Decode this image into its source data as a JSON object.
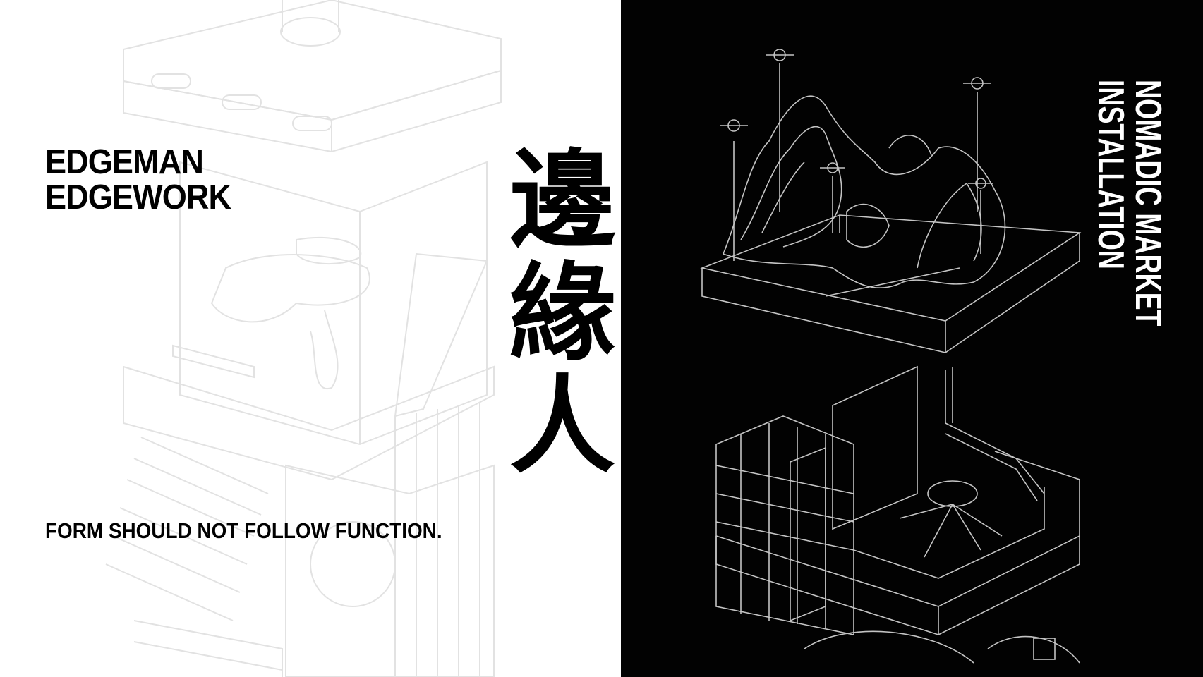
{
  "left": {
    "title_lines": [
      "EDGEMAN",
      "EDGEWORK"
    ],
    "tagline": "FORM SHOULD NOT FOLLOW FUNCTION.",
    "chinese_title": "邊緣人"
  },
  "right": {
    "vertical_lines": [
      "NOMADIC MARKET",
      "INSTALLATION"
    ]
  },
  "colors": {
    "panel": "#020202",
    "drawing_left": "#e4e4e4",
    "drawing_right": "#bdbdbd"
  }
}
